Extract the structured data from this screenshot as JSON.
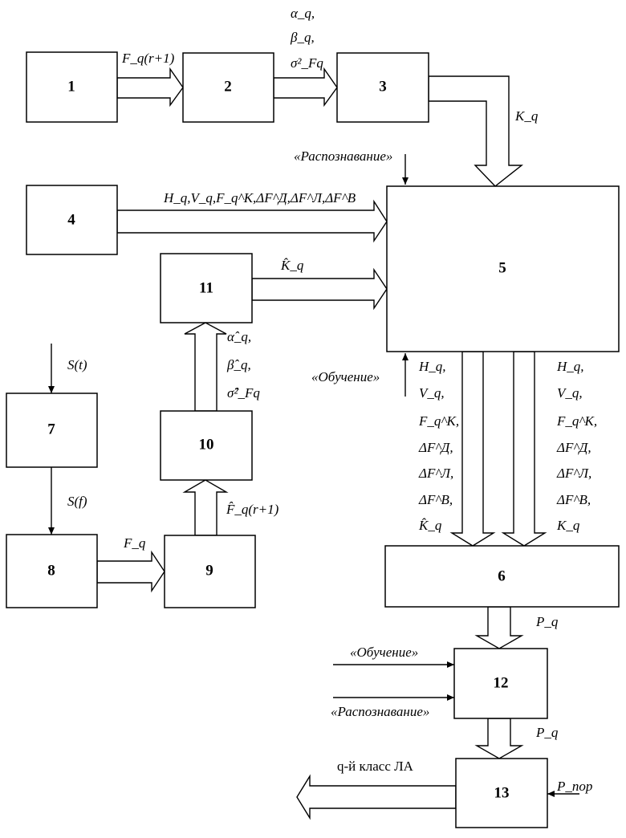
{
  "blocks": {
    "b1": "1",
    "b2": "2",
    "b3": "3",
    "b4": "4",
    "b5": "5",
    "b6": "6",
    "b7": "7",
    "b8": "8",
    "b9": "9",
    "b10": "10",
    "b11": "11",
    "b12": "12",
    "b13": "13"
  },
  "labels": {
    "f_r1": "F_q(r+1)",
    "alpha": "α_q,",
    "beta": "β_q,",
    "sigma": "σ²_Fq",
    "kq_top": "K_q",
    "recog_top": "«Распознавание»",
    "params": "H_q,V_q,F_q^K,ΔF^Д,ΔF^Л,ΔF^В",
    "khat": "K̂_q",
    "alpha_hat": "α̂_q,",
    "beta_hat": "β̂_q,",
    "sigma_hat": "σ̂²_Fq",
    "training_mid": "«Обучение»",
    "col1": [
      "H_q,",
      "V_q,",
      "F_q^K,",
      "ΔF^Д,",
      "ΔF^Л,",
      "ΔF^В,",
      "K̂_q"
    ],
    "col2": [
      "H_q,",
      "V_q,",
      "F_q^K,",
      "ΔF^Д,",
      "ΔF^Л,",
      "ΔF^В,",
      "K_q"
    ],
    "st": "S(t)",
    "sf": "S(f)",
    "fq": "F_q",
    "fhat_r1": "F̂_q(r+1)",
    "pq1": "P_q",
    "pq2": "P_q",
    "training_low": "«Обучение»",
    "recog_low": "«Распознавание»",
    "output": "q-й класс ЛА",
    "p_threshold": "P_пор"
  }
}
